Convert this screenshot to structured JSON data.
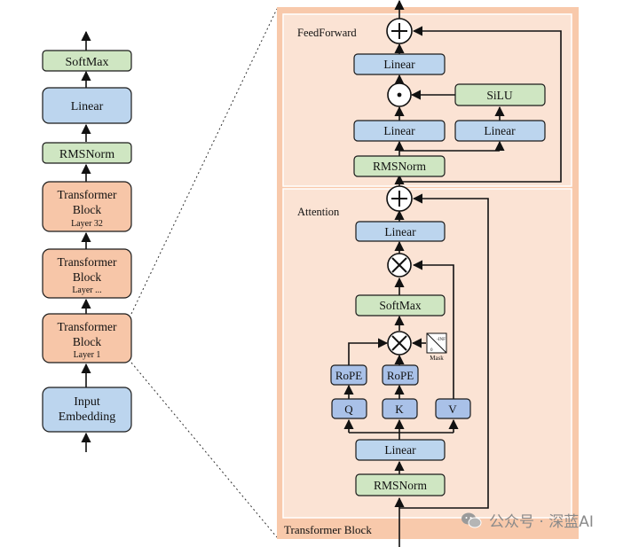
{
  "left_stack": {
    "softmax": "SoftMax",
    "linear": "Linear",
    "rmsnorm": "RMSNorm",
    "block_top": {
      "title1": "Transformer",
      "title2": "Block",
      "layer": "Layer 32"
    },
    "block_mid": {
      "title1": "Transformer",
      "title2": "Block",
      "layer": "Layer ..."
    },
    "block_bottom": {
      "title1": "Transformer",
      "title2": "Block",
      "layer": "Layer 1"
    },
    "embedding": {
      "line1": "Input",
      "line2": "Embedding"
    }
  },
  "transformer_block": {
    "label": "Transformer Block",
    "feedforward": {
      "title": "FeedForward",
      "linear_top": "Linear",
      "silu": "SiLU",
      "linear_left": "Linear",
      "linear_right": "Linear",
      "rmsnorm": "RMSNorm"
    },
    "attention": {
      "title": "Attention",
      "linear_out": "Linear",
      "softmax": "SoftMax",
      "mask_label": "Mask",
      "mask_symbol": "-INF",
      "rope_q": "RoPE",
      "rope_k": "RoPE",
      "q": "Q",
      "k": "K",
      "v": "V",
      "linear_in": "Linear",
      "rmsnorm": "RMSNorm"
    }
  },
  "watermark": "公众号 · 深蓝AI",
  "colors": {
    "orange_box": "#f7c6a8",
    "blue_box": "#bcd5ee",
    "green_box": "#cfe6c2",
    "dark_blue_box": "#a9c1e8",
    "block_bg": "#f8c9ab",
    "panel_bg": "#fbe3d4"
  }
}
